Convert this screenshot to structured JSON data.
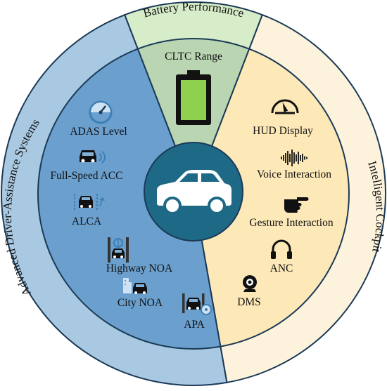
{
  "sections": {
    "battery": {
      "ring_title": "Battery Performance",
      "items": [
        {
          "label": "CLTC Range",
          "icon": "battery-icon"
        }
      ],
      "colors": {
        "ring": "#d7ecc9",
        "inner": "#b9d5b2",
        "battery_fill": "#8fd14f"
      }
    },
    "adas": {
      "ring_title": "Advanced Driver-Assistance Systems",
      "items": [
        {
          "label": "ADAS Level",
          "icon": "gauge-icon"
        },
        {
          "label": "Full-Speed ACC",
          "icon": "car-radar-icon"
        },
        {
          "label": "ALCA",
          "icon": "lane-change-icon"
        },
        {
          "label": "Highway NOA",
          "icon": "highway-lane-icon"
        },
        {
          "label": "City NOA",
          "icon": "city-car-icon"
        },
        {
          "label": "APA",
          "icon": "parking-steering-icon"
        }
      ],
      "colors": {
        "ring": "#a9c9e2",
        "inner": "#6a9fce"
      }
    },
    "cockpit": {
      "ring_title": "Intelligent Cockpit",
      "items": [
        {
          "label": "HUD Display",
          "icon": "speedometer-icon"
        },
        {
          "label": "Voice Interaction",
          "icon": "sound-wave-icon"
        },
        {
          "label": "Gesture Interaction",
          "icon": "pointing-hand-icon"
        },
        {
          "label": "ANC",
          "icon": "headphones-icon"
        },
        {
          "label": "DMS",
          "icon": "webcam-icon"
        }
      ],
      "colors": {
        "ring": "#fdf3dc",
        "inner": "#fde8b8"
      }
    }
  },
  "center": {
    "icon": "car-icon",
    "color": "#1e6a86"
  },
  "colors": {
    "outline": "#1b3a57"
  }
}
